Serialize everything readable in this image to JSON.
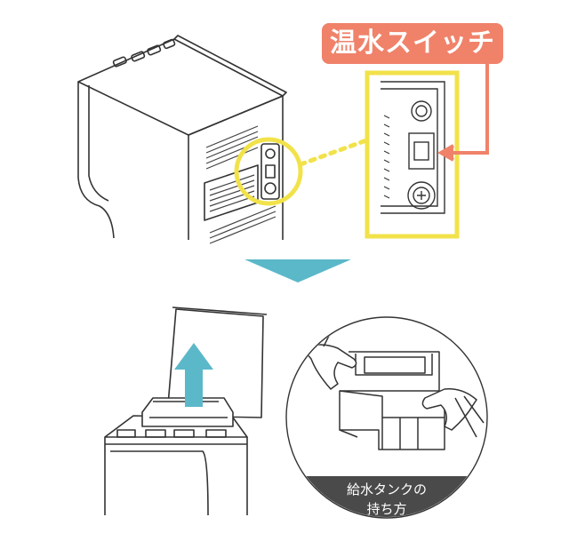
{
  "callout": {
    "label": "温水スイッチ",
    "highlight_color": "#f2e24a",
    "label_color": "#f0826a"
  },
  "tank_caption": {
    "line1": "給水タンクの",
    "line2": "持ち方"
  },
  "icons": [
    "down-arrow-icon",
    "up-arrow-icon"
  ],
  "colors": {
    "arrow_teal": "#5bb8c9",
    "caption_bg": "#4a4a4a"
  }
}
